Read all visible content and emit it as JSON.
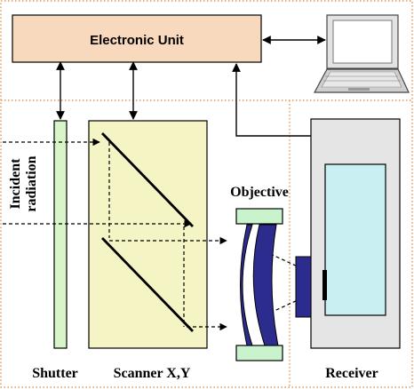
{
  "labels": {
    "electronic_unit": "Electronic Unit",
    "incident_line1": "Incident",
    "incident_line2": "radiation",
    "objective": "Objective",
    "shutter": "Shutter",
    "scanner": "Scanner X,Y",
    "receiver": "Receiver"
  },
  "icons": {
    "computer": "laptop-icon"
  },
  "colors": {
    "electronic_unit_fill": "#f9d9bd",
    "shutter_fill": "#d8f5c9",
    "scanner_fill": "#f5f4c4",
    "objective_holder_fill": "#c9f3cc",
    "lens_fill": "#2c2c8f",
    "receiver_outer_fill": "#e5e5e5",
    "receiver_inner_fill": "#c9eff3",
    "dotted_border": "#d9843a"
  }
}
